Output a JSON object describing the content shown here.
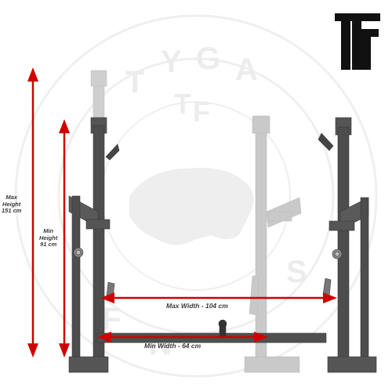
{
  "brand": {
    "logo_text": "TF",
    "watermark_text": "TYGA FITNESS",
    "watermark_monogram": "TF"
  },
  "dimensions": {
    "max_height": {
      "label_line1": "Max",
      "label_line2": "Height",
      "label_line3": "151 cm"
    },
    "min_height": {
      "label_line1": "Min",
      "label_line2": "Height",
      "label_line3": "91 cm"
    },
    "max_width": "Max Width - 104 cm",
    "min_width": "Min Width - 64 cm"
  },
  "colors": {
    "arrow": "#d10000",
    "rack": "#4a4a4a",
    "ghost_rack": "#c8c8c8",
    "watermark": "#ececec",
    "logo": "#111111"
  }
}
